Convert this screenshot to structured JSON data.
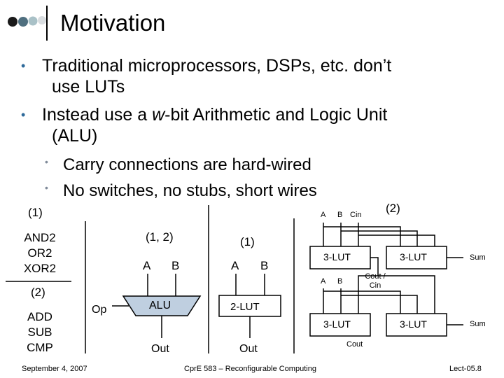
{
  "header": {
    "title": "Motivation"
  },
  "bullets": [
    {
      "text_line1": "Traditional microprocessors, DSPs, etc. don’t",
      "text_line2": "use LUTs"
    },
    {
      "pre": "Instead use a ",
      "em": "w",
      "post": "-bit Arithmetic and Logic Unit",
      "text_line2": "(ALU)"
    }
  ],
  "sub_bullets": [
    "Carry connections are hard-wired",
    "No switches, no stubs, short wires"
  ],
  "left_panel": {
    "group1_label": "(1)",
    "group1_items": [
      "AND2",
      "OR2",
      "XOR2"
    ],
    "group2_label": "(2)",
    "group2_items": [
      "ADD",
      "SUB",
      "CMP"
    ]
  },
  "alu_diagram": {
    "label_top": "(1, 2)",
    "in_a": "A",
    "in_b": "B",
    "op": "Op",
    "block": "ALU",
    "out": "Out"
  },
  "lut2_diagram": {
    "label_top": "(1)",
    "in_a": "A",
    "in_b": "B",
    "block": "2-LUT",
    "out": "Out"
  },
  "lut3_diagram": {
    "label": "(2)",
    "top_inputs": [
      "A",
      "B",
      "Cin"
    ],
    "mid_inputs": [
      "A",
      "B"
    ],
    "block": "3-LUT",
    "sum": "Sum",
    "cout_cin": "Cout /\nCin",
    "cout": "Cout"
  },
  "footer": {
    "date": "September 4, 2007",
    "course": "CprE 583 – Reconfigurable Computing",
    "page": "Lect-05.8"
  },
  "colors": {
    "accent": "#7f8a99",
    "bullet": "#2e6a9a",
    "alu_fill": "#bfcfe0"
  }
}
